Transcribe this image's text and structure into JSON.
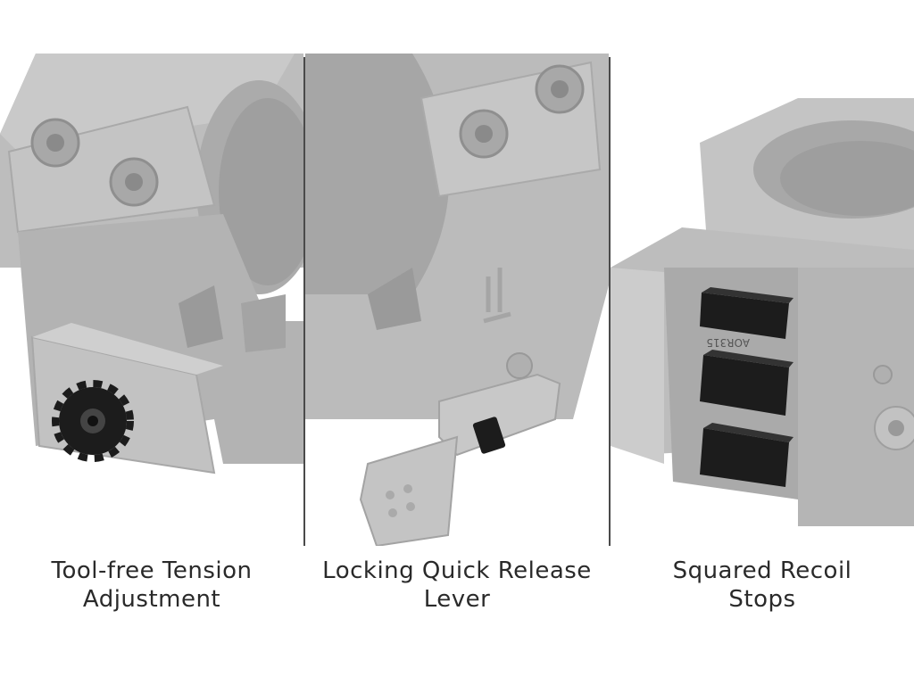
{
  "panels": [
    {
      "caption_line1": "Tool-free Tension",
      "caption_line2": "Adjustment",
      "feature_icon": "tension-knob-icon"
    },
    {
      "caption_line1": "Locking Quick Release",
      "caption_line2": "Lever",
      "feature_icon": "quick-release-lever-icon"
    },
    {
      "caption_line1": "Squared Recoil",
      "caption_line2": "Stops",
      "feature_icon": "recoil-stop-icon"
    }
  ],
  "recoil_stop_marking": "AOR315",
  "colors": {
    "metal": "#b9b9b9",
    "metal_dark": "#a3a3a3",
    "metal_light": "#cbcbcb",
    "steel_black": "#1c1c1c",
    "caption_text": "#2a2a2a",
    "divider": "#4a4a4a"
  }
}
